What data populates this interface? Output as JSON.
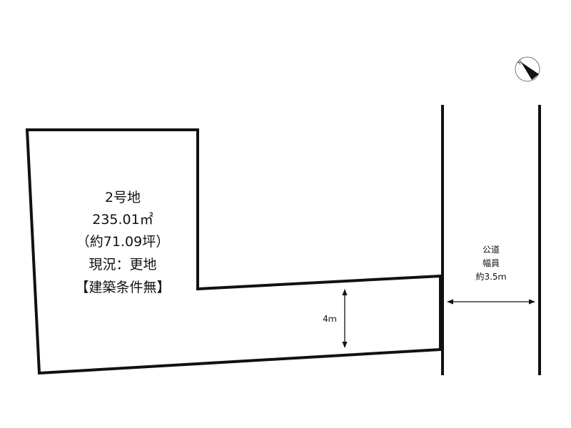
{
  "lot": {
    "name": "2号地",
    "area": "235.01㎡",
    "tsubo": "（約71.09坪）",
    "status": "現況：更地",
    "condition": "【建築条件無】"
  },
  "frontage_width": "4ｍ",
  "road": {
    "label1": "公道",
    "label2": "幅員",
    "width": "約3.5ｍ"
  },
  "compass": {
    "letter": "N"
  },
  "colors": {
    "line": "#111111",
    "background": "#ffffff"
  }
}
